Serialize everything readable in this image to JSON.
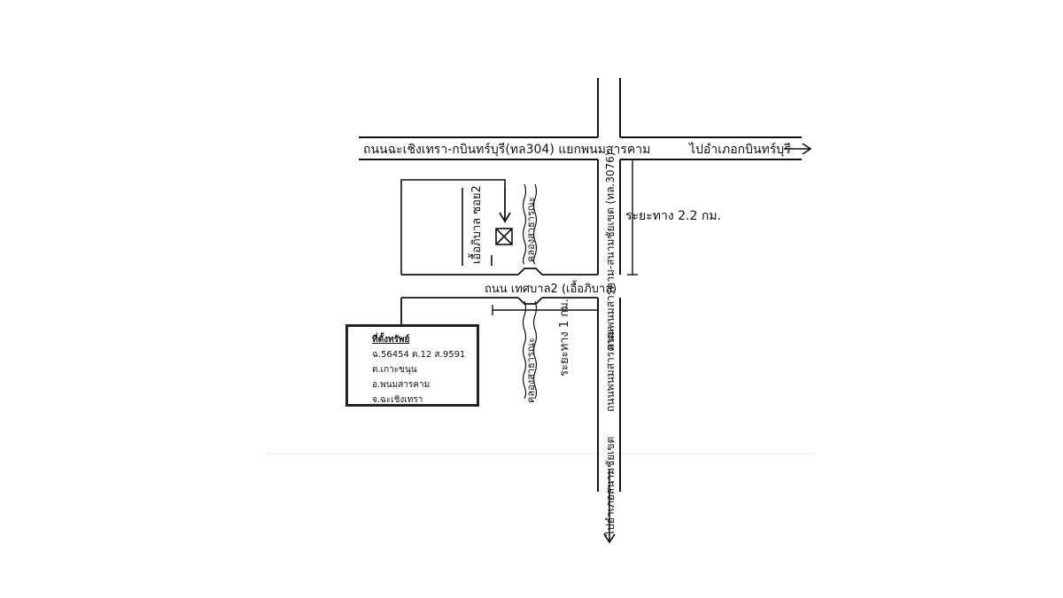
{
  "map": {
    "roads": {
      "main_road_label": "ถนนฉะเชิงเทรา-กบินทร์บุรี(ทล304) แยกพนมสารคาม",
      "to_kabinburi_label": "ไปอำเภอกบินทร์บุรี",
      "vertical_road_label_upper": "ถนนพนมสารคาม-สนามชัยเขต (ทล.3076)",
      "vertical_road_label_lower": "ถนนพนมสารคาม-",
      "to_sanamchaikhet_label": "ไปอำเภอสนามชัยเขต",
      "municipal_road_label": "ถนน เทศบาล2 (เอื้อภิบาล)",
      "soi_label": "เอื้อภิบาล ซอย2"
    },
    "canals": {
      "upper_label": "คลองสาธารณะ",
      "lower_label": "คลองสาธารณะ"
    },
    "distances": {
      "to_junction": "ระยะทาง 2.2 กม.",
      "to_property": "ระยะทาง 1 กม."
    },
    "property_info": {
      "title": "ที่ตั้งทรัพย์",
      "deed": "ฉ.56454 ต.12 ส.9591",
      "subdistrict": "ต.เกาะขนุน",
      "district": "อ.พนมสารคาม",
      "province": "จ.ฉะเชิงเทรา"
    },
    "colors": {
      "ink": "#111111",
      "background": "#ffffff"
    }
  }
}
